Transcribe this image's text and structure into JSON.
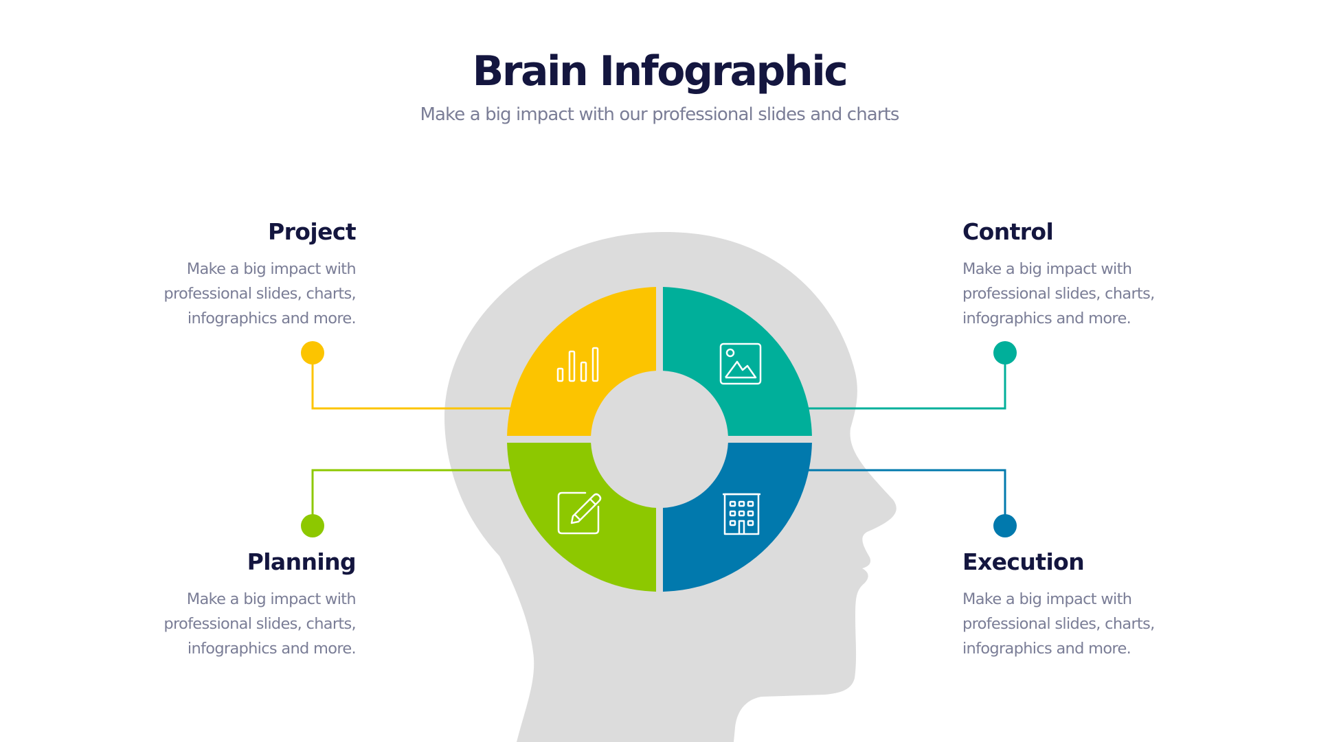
{
  "header": {
    "title": "Brain Infographic",
    "subtitle": "Make a big impact with our professional slides and charts"
  },
  "colors": {
    "title": "#14163f",
    "body_text": "#7a7d96",
    "head_silhouette": "#dcdcdc",
    "project": "#fcc400",
    "control": "#00af9a",
    "planning": "#8dc800",
    "execution": "#0179ad"
  },
  "items": [
    {
      "id": "project",
      "title": "Project",
      "position": "top-left",
      "icon": "bar-chart-icon",
      "lines": [
        "Make a big impact with",
        "professional slides, charts,",
        "infographics and more."
      ]
    },
    {
      "id": "control",
      "title": "Control",
      "position": "top-right",
      "icon": "image-icon",
      "lines": [
        "Make a big impact with",
        "professional slides, charts,",
        "infographics and more."
      ]
    },
    {
      "id": "planning",
      "title": "Planning",
      "position": "bottom-left",
      "icon": "edit-icon",
      "lines": [
        "Make a big impact with",
        "professional slides, charts,",
        "infographics and more."
      ]
    },
    {
      "id": "execution",
      "title": "Execution",
      "position": "bottom-right",
      "icon": "building-icon",
      "lines": [
        "Make a big impact with",
        "professional slides, charts,",
        "infographics and more."
      ]
    }
  ]
}
